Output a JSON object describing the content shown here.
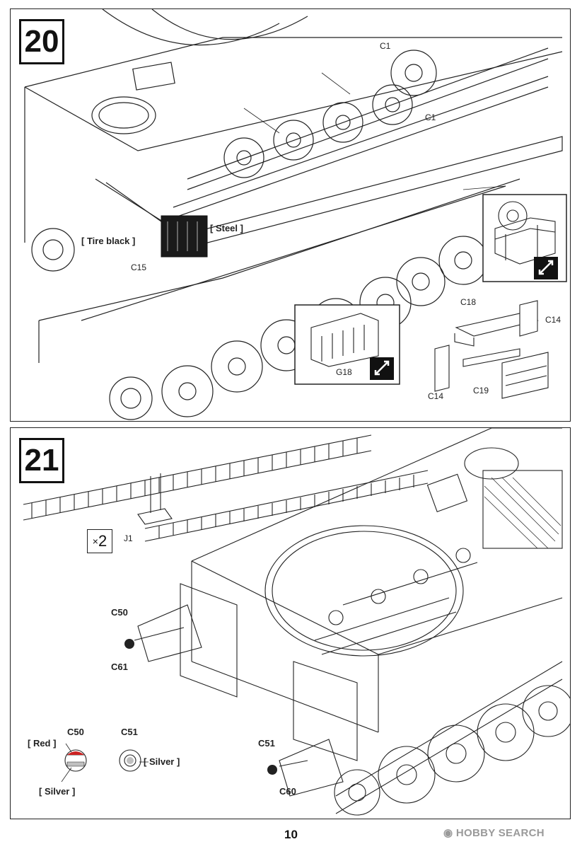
{
  "steps": [
    {
      "number": "20",
      "labels": {
        "c1_top": "C1",
        "c1_mid": "C1",
        "steel": "[ Steel ]",
        "tire_black": "[ Tire black ]",
        "c15": "C15",
        "c18": "C18",
        "c14_right": "C14",
        "c14_left": "C14",
        "c19": "C19",
        "g18": "G18"
      }
    },
    {
      "number": "21",
      "labels": {
        "j1": "J1",
        "multiplier": "2",
        "c50": "C50",
        "c61": "C61",
        "c51": "C51",
        "c60": "C60",
        "detail_c50": "C50",
        "detail_c51": "C51",
        "red": "[ Red ]",
        "silver_left": "[ Silver ]",
        "silver_right": "[ Silver ]"
      }
    }
  ],
  "page_number": "10",
  "watermark": "HOBBY SEARCH",
  "colors": {
    "line": "#222222",
    "fill": "#ffffff",
    "red_paint": "#cc2222",
    "tire_black": "#1a1a1a",
    "silver": "#c0c0c0"
  }
}
